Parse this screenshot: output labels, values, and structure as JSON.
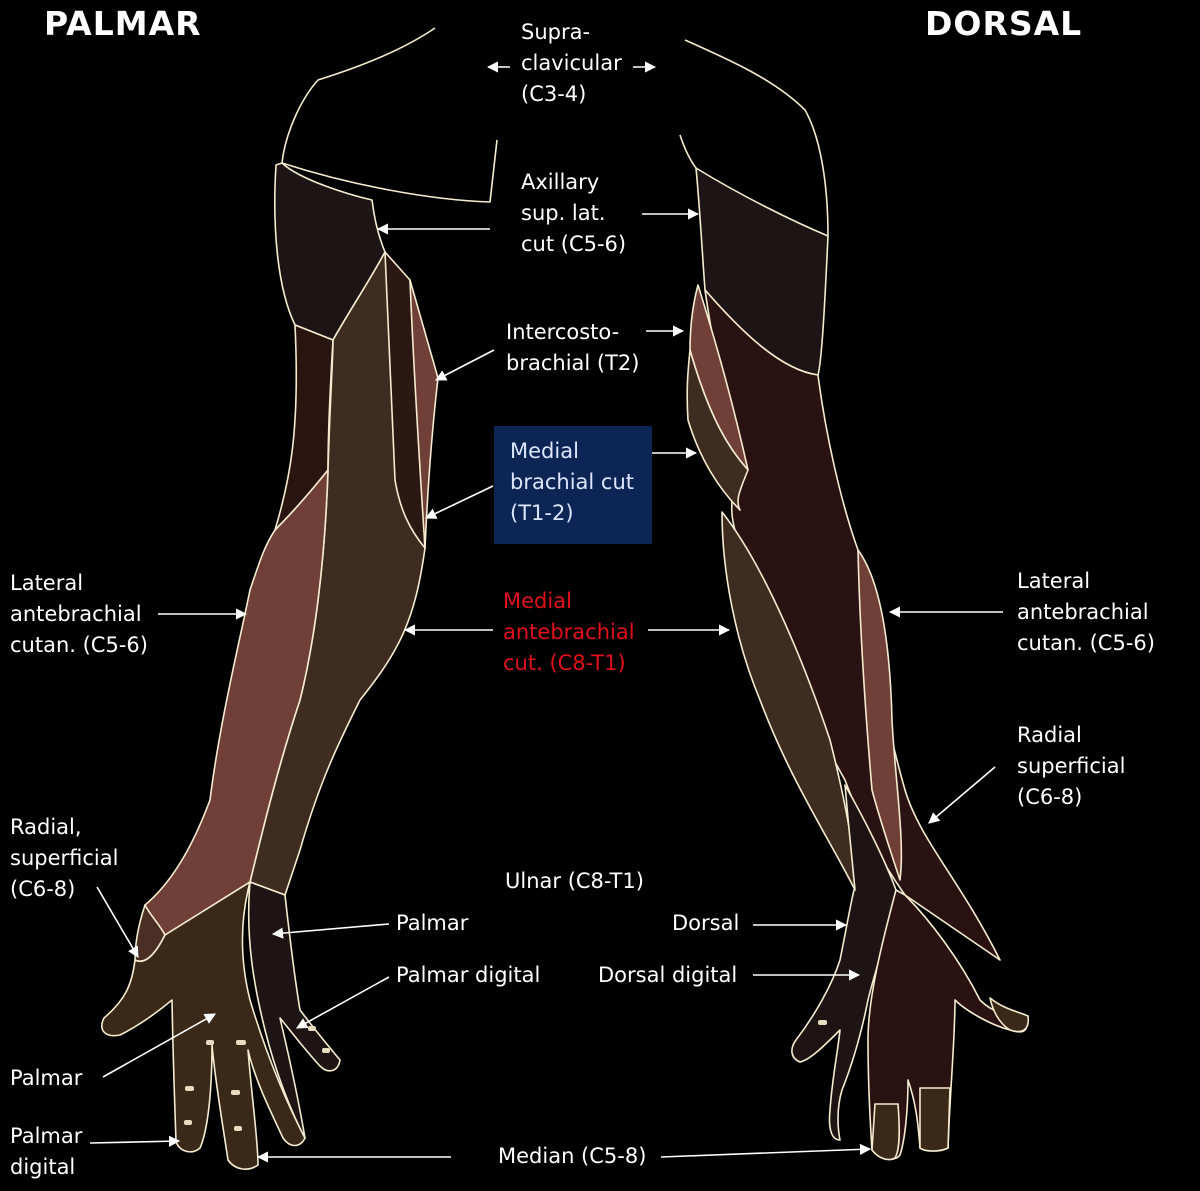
{
  "headings": {
    "left": "PALMAR",
    "right": "DORSAL"
  },
  "labels": {
    "supraclavicular": "Supra-\nclavicular\n(C3-4)",
    "axillary": "Axillary\nsup. lat.\ncut (C5-6)",
    "intercostobrachial": "Intercosto-\nbrachial (T2)",
    "medial_brachial": "Medial\nbrachial cut\n(T1-2)",
    "medial_antebrachial": "Medial\nantebrachial\ncut. (C8-T1)",
    "lateral_antebrachial_left": "Lateral\nantebrachial\ncutan. (C5-6)",
    "lateral_antebrachial_right": "Lateral\nantebrachial\ncutan. (C5-6)",
    "radial_superficial_left": "Radial,\nsuperficial\n(C6-8)",
    "radial_superficial_right": "Radial\nsuperficial\n(C6-8)",
    "ulnar": "Ulnar (C8-T1)",
    "ulnar_palmar": "Palmar",
    "ulnar_palmar_digital": "Palmar digital",
    "ulnar_dorsal": "Dorsal",
    "ulnar_dorsal_digital": "Dorsal digital",
    "median_palmar": "Palmar",
    "median_palmar_digital": "Palmar\ndigital",
    "median": "Median (C5-8)"
  },
  "colors": {
    "background": "#000000",
    "text": "#ffffff",
    "outline": "#f5ecd0",
    "axillary_region": "#1d1515",
    "medial_antebrachial_region": "#3f2c20",
    "lateral_antebrachial_region": "#6f3f38",
    "intercostobrachial_region": "#2a1410",
    "medial_brachial_region": "#2b1812",
    "dorsal_main_region": "#2b1212",
    "median_region": "#3a2818",
    "ulnar_region": "#1e1414",
    "medial_brachial_box": "#0c2554",
    "medial_brachial_text": "#dde6ff",
    "medial_antebrachial_text": "#e2101a"
  }
}
